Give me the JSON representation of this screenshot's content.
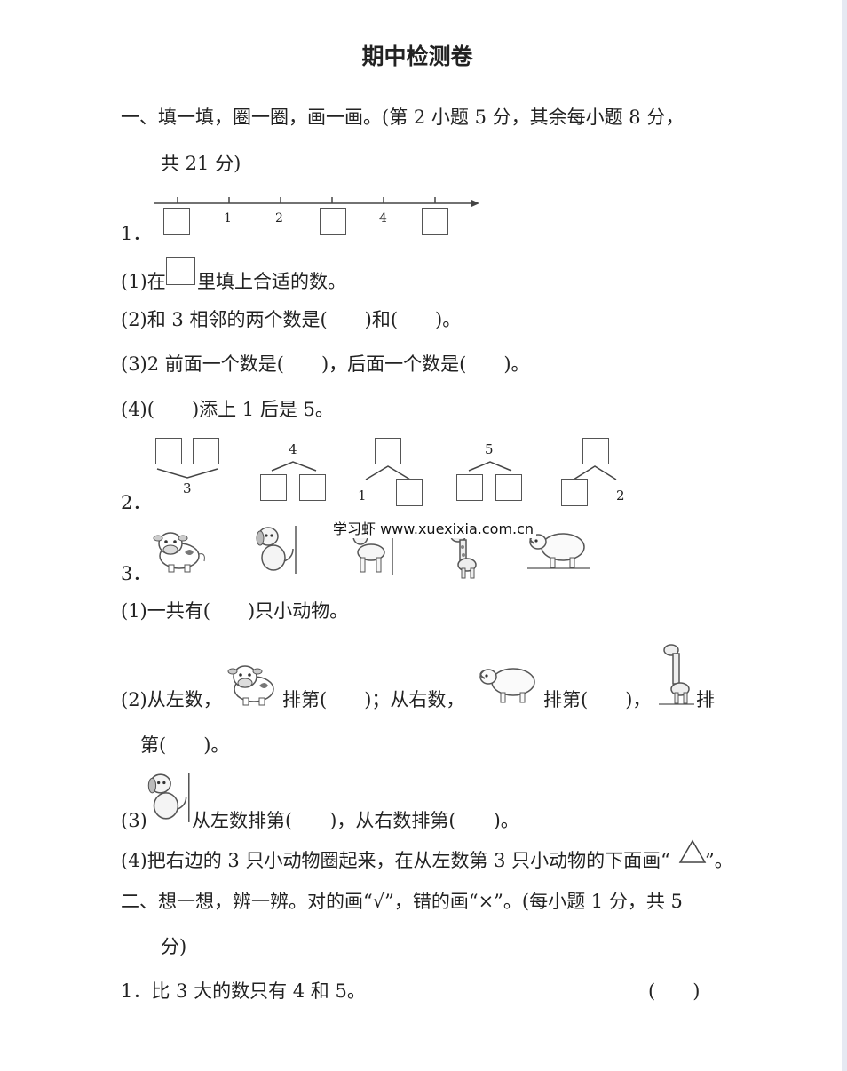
{
  "title": "期中检测卷",
  "section1": {
    "heading_line1": "一、填一填，圈一圈，画一画。(第 2 小题 5 分，其余每小题 8 分，",
    "heading_line2": "共 21 分)",
    "q1": {
      "number": "1．",
      "ticks": [
        "1",
        "2",
        "4"
      ],
      "items": [
        {
          "pre": "(1)在",
          "post": "里填上合适的数。"
        },
        "(2)和 3 相邻的两个数是(　　)和(　　)。",
        "(3)2 前面一个数是(　　)，后面一个数是(　　)。",
        "(4)(　　)添上 1 后是 5。"
      ]
    },
    "q2": {
      "number": "2．",
      "labels": [
        "3",
        "4",
        "1",
        "5",
        "2"
      ]
    },
    "q3": {
      "number": "3．",
      "animals": [
        "cow",
        "dog",
        "horse",
        "giraffe",
        "sheep"
      ],
      "item1": "(1)一共有(　　)只小动物。",
      "item2_a": "(2)从左数，",
      "item2_b": "排第(　　)；从右数，",
      "item2_c": "排第(　　)，",
      "item2_d": "排",
      "item2_e": "第(　　)。",
      "item3_a": "(3)",
      "item3_b": "从左数排第(　　)，从右数排第(　　)。",
      "item4_a": "(4)把右边的 3 只小动物圈起来，在从左数第 3 只小动物的下面画“",
      "item4_b": "”。"
    }
  },
  "section2": {
    "heading_line1": "二、想一想，辨一辨。对的画“√”，错的画“×”。(每小题 1 分，共 5",
    "heading_line2": "分)",
    "q1": "1．比 3 大的数只有 4 和 5。",
    "q1_paren": "(　　)"
  },
  "watermark": "学习虾  www.xuexixia.com.cn"
}
